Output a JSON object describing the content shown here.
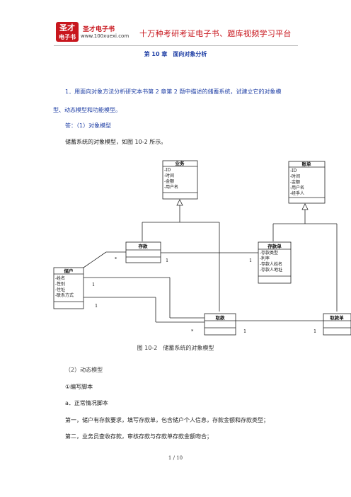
{
  "header": {
    "logo_line1": "圣才",
    "logo_line2": "电子书",
    "brand": "圣才电子书",
    "url": "www.100xuexi.com",
    "slogan": "十万种考研考证电子书、题库视频学习平台"
  },
  "chapter_title": "第 10 章　面向对象分析",
  "question": {
    "line1": "1．用面向对象方法分析研究本书第 2 章第 2 题中描述的储蓄系统，试建立它的对象模",
    "line2": "型、动态模型和功能模型。"
  },
  "answer_label": "答：（1）对象模型",
  "description": "储蓄系统的对象模型，如图 10-2 所示。",
  "diagram": {
    "classes": {
      "business": {
        "name": "业务",
        "attrs": [
          "-ID",
          "-时间",
          "-金额",
          "-用户名"
        ]
      },
      "account": {
        "name": "账单",
        "attrs": [
          "-ID",
          "-时间",
          "-金额",
          "-用户名",
          "-经手人"
        ]
      },
      "deposit": {
        "name": "存款",
        "attrs": []
      },
      "deposit_slip": {
        "name": "存款单",
        "attrs": [
          "-存款类型",
          "-利率",
          "-存款人姓名",
          "-存款人地址"
        ]
      },
      "depositor": {
        "name": "储户",
        "attrs": [
          "-姓名",
          "-性别",
          "-住址",
          "-联系方式"
        ]
      },
      "withdraw": {
        "name": "取款",
        "attrs": []
      },
      "withdraw_slip": {
        "name": "取款单",
        "attrs": []
      }
    },
    "multiplicities": {
      "deposit_star": "*",
      "deposit_one": "1",
      "slip_one": "1",
      "depositor_one_a": "1",
      "depositor_one_b": "1",
      "withdraw_star": "*",
      "withdraw_one": "1",
      "wslip_one": "1"
    }
  },
  "figure_caption": "图 10-2　储蓄系统的对象模型",
  "section2": "（2）动态模型",
  "sub_a": "①编写脚本",
  "sub_b": "a．正常情况脚本",
  "lines": [
    "第一，储户有存款要求，填写存款单，包含储户个人信息，存款金额和存款类型；",
    "第二，业务员查收存款，审核存款与存款单存款金额吻合；"
  ],
  "page_number": "1 / 10"
}
